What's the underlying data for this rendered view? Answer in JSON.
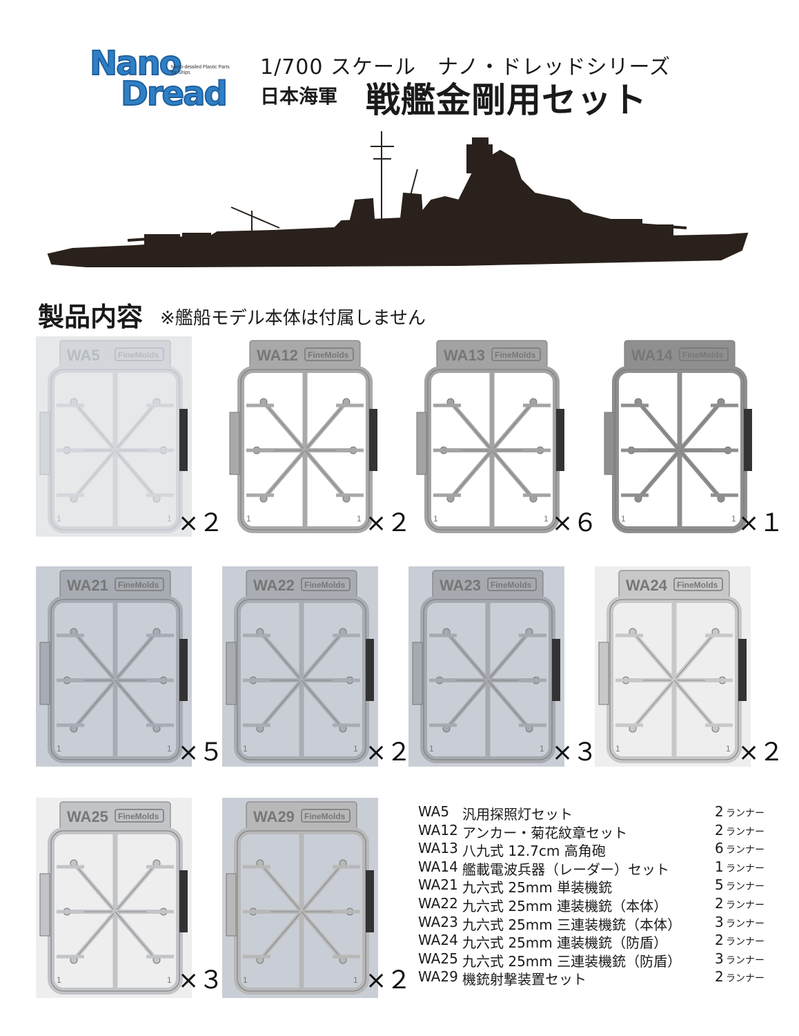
{
  "logo": {
    "line1": "Nano",
    "line2": "Dread",
    "tagline": "Micro-detailed Plastic Parts for Ships"
  },
  "header": {
    "series": "1/700 スケール　ナノ・ドレッドシリーズ",
    "navy": "日本海軍",
    "title": "戦艦金剛用セット"
  },
  "contents": {
    "heading": "製品内容",
    "note": "※艦船モデル本体は付属しません"
  },
  "sprue_brand": "FineMolds",
  "sprues": [
    {
      "code": "WA5",
      "multiplier": "×２",
      "color": "clear"
    },
    {
      "code": "WA12",
      "multiplier": "×２",
      "color": "#a9a9a9"
    },
    {
      "code": "WA13",
      "multiplier": "×６",
      "color": "#a3a3a3"
    },
    {
      "code": "WA14",
      "multiplier": "×１",
      "color": "#8f8f8f"
    },
    {
      "code": "WA21",
      "multiplier": "×５",
      "color": "#a7abb3"
    },
    {
      "code": "WA22",
      "multiplier": "×２",
      "color": "#a9acb2"
    },
    {
      "code": "WA23",
      "multiplier": "×３",
      "color": "#a6a9af"
    },
    {
      "code": "WA24",
      "multiplier": "×２",
      "color": "#c8c8c8"
    },
    {
      "code": "WA25",
      "multiplier": "×３",
      "color": "#c2c4c8"
    },
    {
      "code": "WA29",
      "multiplier": "×２",
      "color": "#b8b8b8"
    }
  ],
  "parts_list": [
    {
      "code": "WA5",
      "name": "汎用探照灯セット",
      "qty": "2",
      "unit": "ランナー"
    },
    {
      "code": "WA12",
      "name": "アンカー・菊花紋章セット",
      "qty": "2",
      "unit": "ランナー"
    },
    {
      "code": "WA13",
      "name": "八九式 12.7cm 高角砲",
      "qty": "6",
      "unit": "ランナー"
    },
    {
      "code": "WA14",
      "name": "艦載電波兵器（レーダー）セット",
      "qty": "1",
      "unit": "ランナー"
    },
    {
      "code": "WA21",
      "name": "九六式 25mm 単装機銃",
      "qty": "5",
      "unit": "ランナー"
    },
    {
      "code": "WA22",
      "name": "九六式 25mm 連装機銃（本体）",
      "qty": "2",
      "unit": "ランナー"
    },
    {
      "code": "WA23",
      "name": "九六式 25mm 三連装機銃（本体）",
      "qty": "3",
      "unit": "ランナー"
    },
    {
      "code": "WA24",
      "name": "九六式 25mm 連装機銃（防盾）",
      "qty": "2",
      "unit": "ランナー"
    },
    {
      "code": "WA25",
      "name": "九六式 25mm 三連装機銃（防盾）",
      "qty": "3",
      "unit": "ランナー"
    },
    {
      "code": "WA29",
      "name": "機銃射撃装置セット",
      "qty": "2",
      "unit": "ランナー"
    }
  ]
}
